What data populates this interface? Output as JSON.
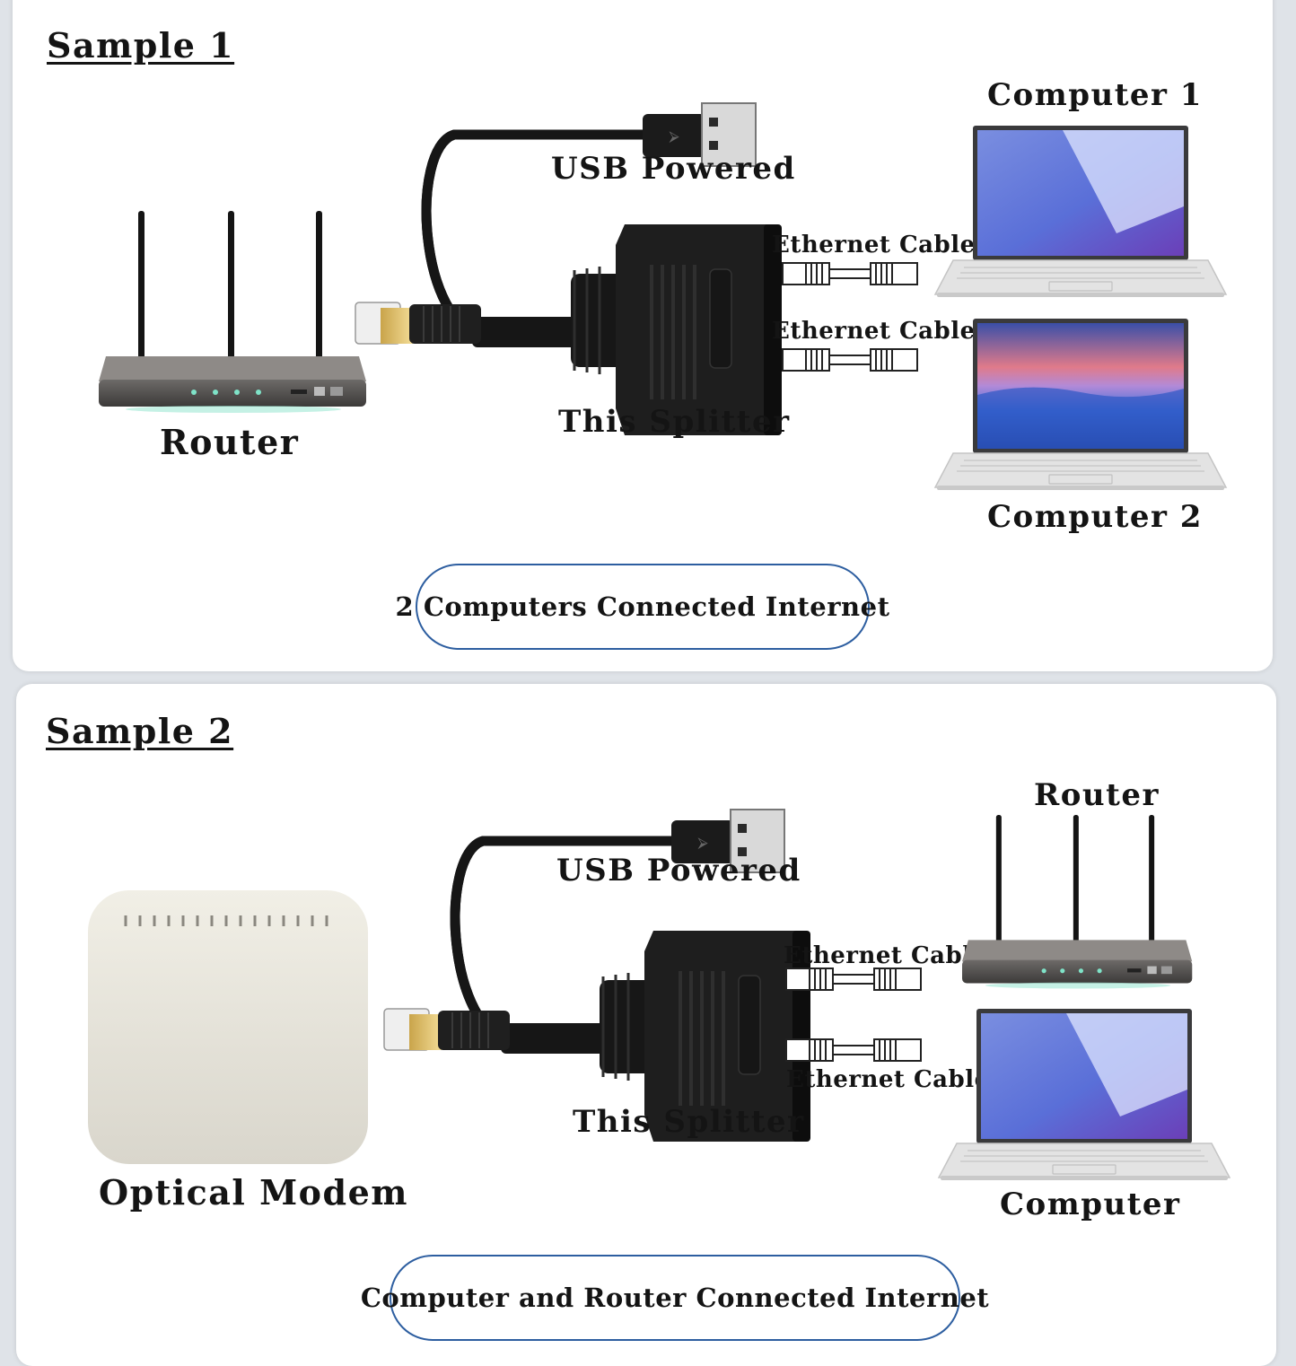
{
  "sample1": {
    "heading": "Sample 1",
    "router_label": "Router",
    "usb_label": "USB Powered",
    "splitter_label": "This Splitter",
    "cable_label_1": "Ethernet Cable",
    "cable_label_2": "Ethernet Cable",
    "computer1_label": "Computer 1",
    "computer2_label": "Computer 2",
    "caption": "2 Computers Connected Internet"
  },
  "sample2": {
    "heading": "Sample 2",
    "modem_label": "Optical Modem",
    "usb_label": "USB Powered",
    "splitter_label": "This Splitter",
    "cable_label_1": "Ethernet Cable",
    "cable_label_2": "Ethernet Cable",
    "router_label": "Router",
    "computer_label": "Computer",
    "caption": "Computer and Router Connected Internet"
  },
  "colors": {
    "accent_border": "#2d5ea0",
    "text": "#141414",
    "background": "#dfe3e8"
  }
}
